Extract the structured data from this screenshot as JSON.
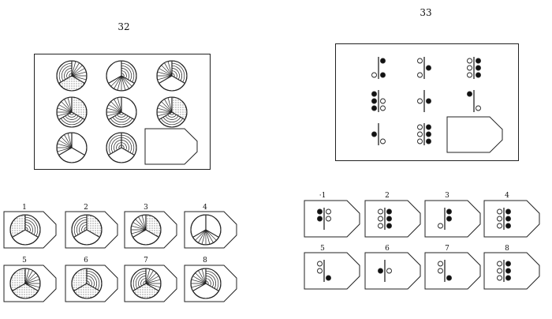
{
  "puzzle32": {
    "number": "32",
    "option_numbers": [
      "1",
      "2",
      "3",
      "4",
      "5",
      "6",
      "7",
      "8"
    ]
  },
  "puzzle33": {
    "number": "33",
    "option_numbers": [
      "·1",
      "2",
      "3",
      "4",
      "5",
      "6",
      "7",
      "8"
    ]
  }
}
